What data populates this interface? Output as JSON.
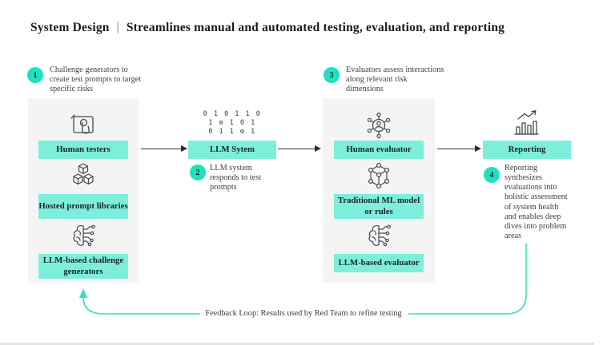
{
  "title": {
    "left": "System Design",
    "separator": "|",
    "right": "Streamlines manual and automated testing, evaluation, and reporting"
  },
  "annotations": [
    {
      "number": "1",
      "text": "Challenge generators to create test prompts to target specific risks"
    },
    {
      "number": "2",
      "text": "LLM system responds to test prompts"
    },
    {
      "number": "3",
      "text": "Evaluators assess interactions along relevant risk dimensions"
    },
    {
      "number": "4",
      "text": "Reporting synthesizes evaluations into holistic assessment of system health and enables deep dives into problem areas"
    }
  ],
  "generators_panel": {
    "items": [
      {
        "icon": "tablet-touch-icon",
        "label": "Human testers"
      },
      {
        "icon": "cubes-icon",
        "label": "Hosted prompt libraries"
      },
      {
        "icon": "brain-circuit-icon",
        "label": "LLM-based challenge generators"
      }
    ]
  },
  "llm": {
    "label": "LLM Sytem",
    "binary_rows": [
      "0 1 0 1 1 0",
      "1 ⚙ 1 0 1",
      "0 1 1 ⚙ 1"
    ]
  },
  "evaluators_panel": {
    "items": [
      {
        "icon": "person-network-icon",
        "label": "Human evaluator"
      },
      {
        "icon": "ml-network-icon",
        "label": "Traditional ML model or rules"
      },
      {
        "icon": "brain-circuit-icon",
        "label": "LLM-based evaluator"
      }
    ]
  },
  "reporting": {
    "label": "Reporting",
    "icon": "bar-chart-icon"
  },
  "feedback": {
    "text": "Feedback Loop: Results used by Red Team to refine testing"
  },
  "colors": {
    "badge_teal": "#1ee2bd",
    "chip_teal": "#7deeda",
    "panel_gray": "#f4f4f5",
    "feedback_line_teal": "#35e0c0",
    "arrow_black": "#2d2d33",
    "icon_stroke": "#46464e"
  }
}
